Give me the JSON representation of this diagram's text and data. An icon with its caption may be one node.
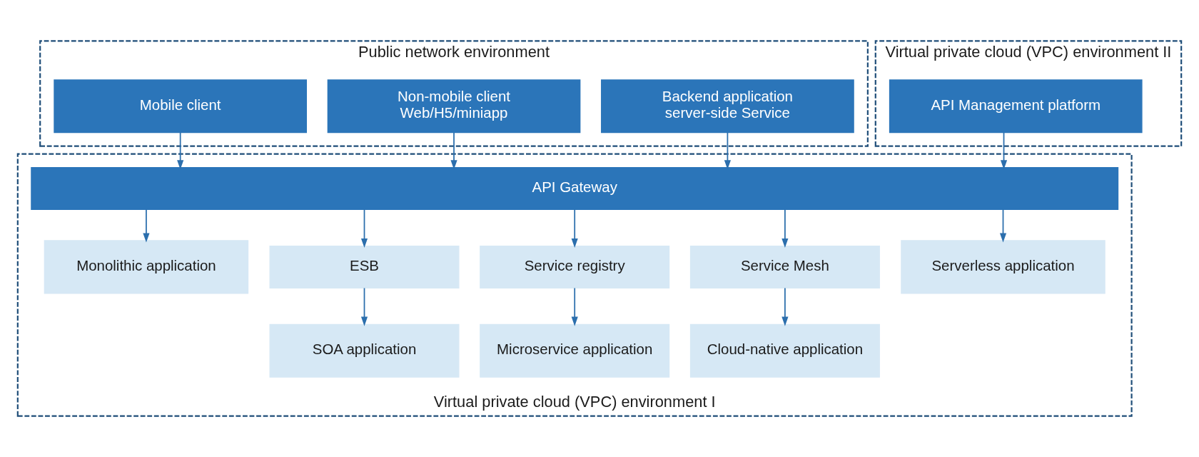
{
  "diagram": {
    "nodes": [
      {
        "text": [
          "Public network environment"
        ]
      },
      {
        "text": [
          "Mobile client"
        ],
        "in": 0
      },
      {
        "text": [
          "Non-mobile client",
          "Web/H5/miniapp"
        ],
        "in": 0
      },
      {
        "text": [
          "Backend application",
          "server-side Service"
        ],
        "in": 0
      },
      {
        "text": [
          "Virtual private cloud (VPC) environment II"
        ]
      },
      {
        "text": [
          "API Management platform"
        ],
        "in": 4
      },
      {
        "text": [
          "Virtual private cloud (VPC) environment I"
        ]
      },
      {
        "text": [
          "API Gateway"
        ],
        "in": 6
      },
      {
        "text": [
          "Monolithic application"
        ],
        "in": 6
      },
      {
        "text": [
          "ESB"
        ],
        "in": 6
      },
      {
        "text": [
          "Service registry"
        ],
        "in": 6
      },
      {
        "text": [
          "Service Mesh"
        ],
        "in": 6
      },
      {
        "text": [
          "Serverless application"
        ],
        "in": 6
      },
      {
        "text": [
          "SOA application"
        ],
        "in": 6
      },
      {
        "text": [
          "Microservice application"
        ],
        "in": 6
      },
      {
        "text": [
          "Cloud-native application"
        ],
        "in": 6
      }
    ],
    "edges": [
      {
        "from": 1,
        "to": 7,
        "arrow": "to"
      },
      {
        "from": 2,
        "to": 7,
        "arrow": "to"
      },
      {
        "from": 3,
        "to": 7,
        "arrow": "to"
      },
      {
        "from": 5,
        "to": 7,
        "arrow": "to"
      },
      {
        "from": 7,
        "to": 8,
        "arrow": "to"
      },
      {
        "from": 7,
        "to": 9,
        "arrow": "to"
      },
      {
        "from": 7,
        "to": 10,
        "arrow": "to"
      },
      {
        "from": 7,
        "to": 11,
        "arrow": "to"
      },
      {
        "from": 7,
        "to": 12,
        "arrow": "to"
      },
      {
        "from": 9,
        "to": 13,
        "arrow": "to"
      },
      {
        "from": 10,
        "to": 14,
        "arrow": "to"
      },
      {
        "from": 11,
        "to": 15,
        "arrow": "to"
      }
    ]
  }
}
